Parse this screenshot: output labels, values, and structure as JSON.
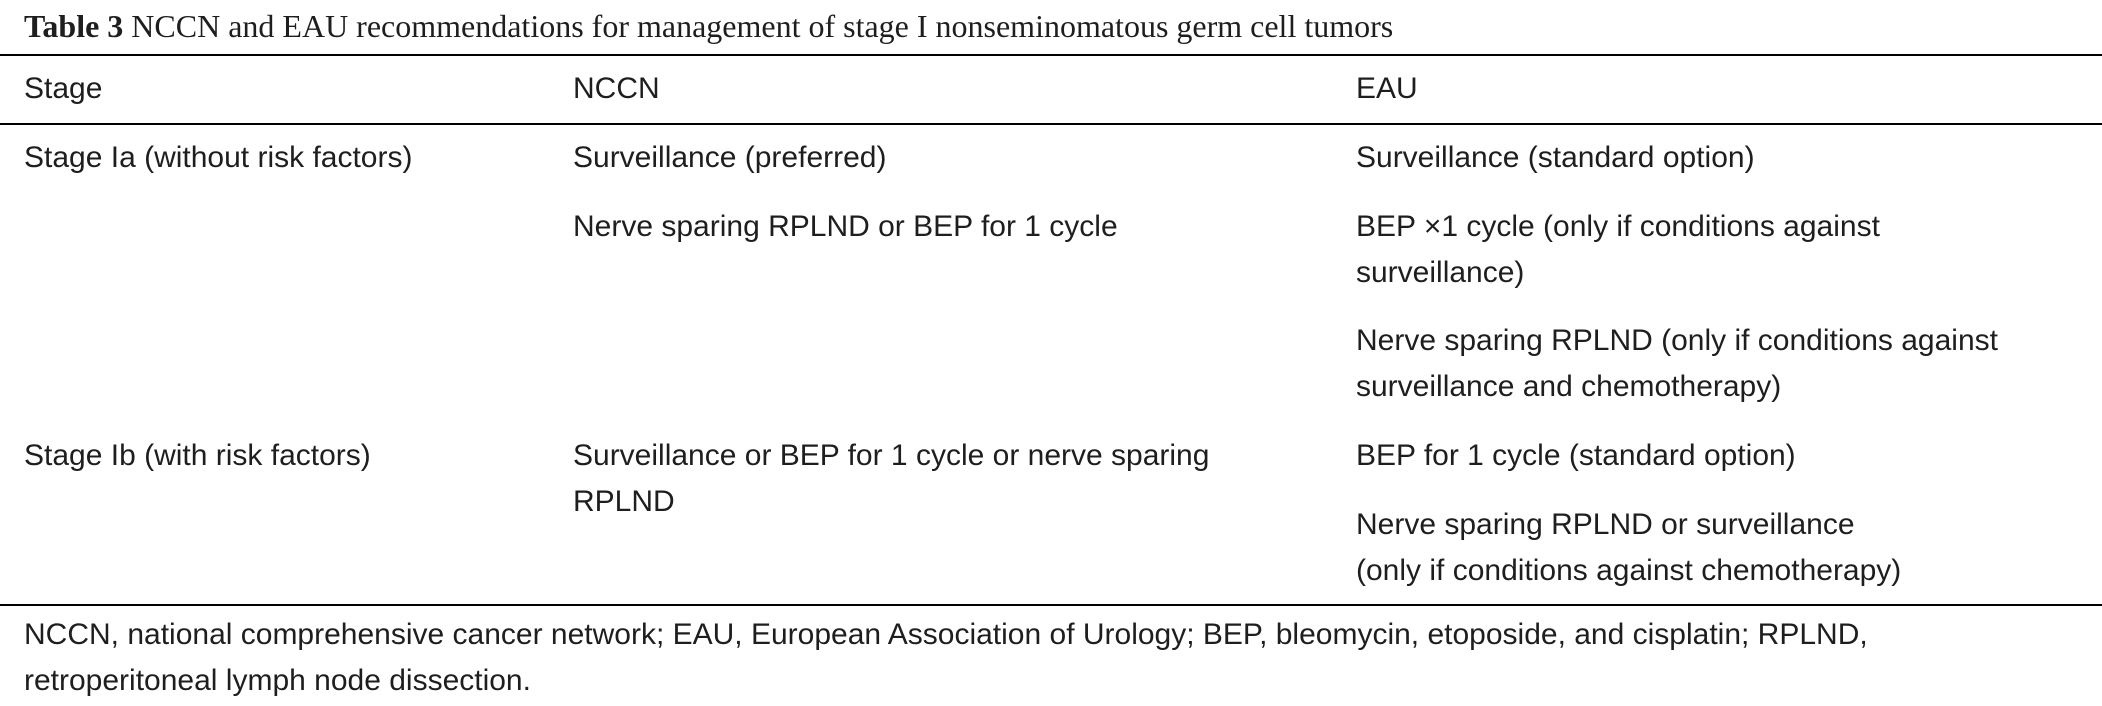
{
  "caption": {
    "label": "Table 3",
    "text": "NCCN and EAU recommendations for management of stage I nonseminomatous germ cell tumors"
  },
  "table": {
    "headers": [
      "Stage",
      "NCCN",
      "EAU"
    ],
    "rows": [
      {
        "stage": "Stage Ia (without risk factors)",
        "nccn": [
          "Surveillance (preferred)",
          "Nerve sparing RPLND or BEP for 1 cycle"
        ],
        "eau": [
          [
            "Surveillance (standard option)"
          ],
          [
            "BEP ×1 cycle (only if conditions against",
            "surveillance)"
          ],
          [
            "Nerve sparing RPLND (only if conditions against",
            "surveillance and chemotherapy)"
          ]
        ]
      },
      {
        "stage": "Stage Ib (with risk factors)",
        "nccn": [
          "Surveillance or BEP for 1 cycle or nerve sparing",
          "RPLND"
        ],
        "eau": [
          [
            "BEP for 1 cycle (standard option)"
          ],
          [
            "Nerve sparing RPLND or surveillance",
            "(only if conditions against chemotherapy)"
          ]
        ]
      }
    ]
  },
  "footnote": {
    "line1": "NCCN, national comprehensive cancer network; EAU, European Association of Urology; BEP, bleomycin, etoposide, and cisplatin; RPLND,",
    "line2": "retroperitoneal lymph node dissection."
  }
}
